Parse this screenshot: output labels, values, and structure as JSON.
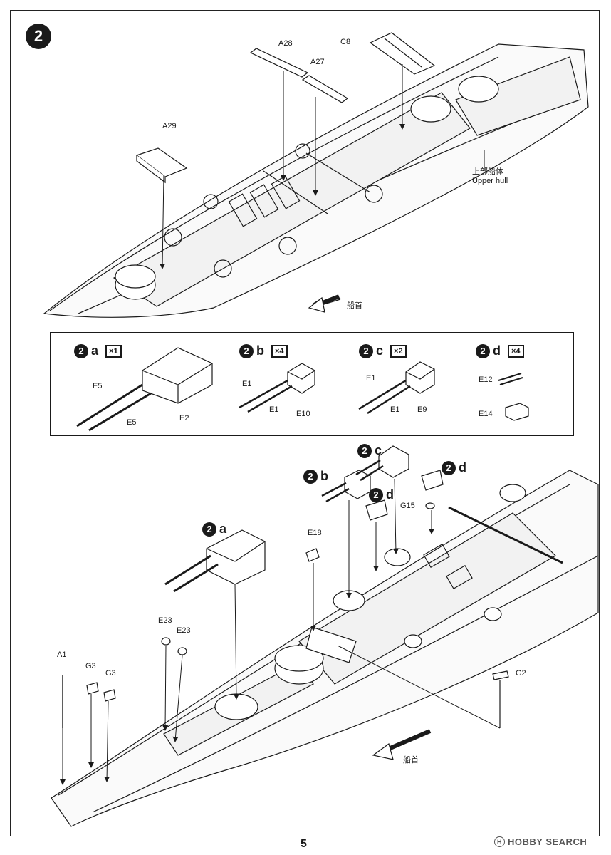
{
  "step": {
    "number": "2"
  },
  "top_parts": {
    "a29": "A29",
    "a28": "A28",
    "a27": "A27",
    "c8": "C8",
    "upper_hull_jp": "上部船体",
    "upper_hull_en": "Upper hull",
    "bow_jp": "船首"
  },
  "substeps": [
    {
      "num": "2",
      "letter": "a",
      "qty": "×1",
      "parts": [
        "E5",
        "E5",
        "E2"
      ]
    },
    {
      "num": "2",
      "letter": "b",
      "qty": "×4",
      "parts": [
        "E1",
        "E1",
        "E10"
      ]
    },
    {
      "num": "2",
      "letter": "c",
      "qty": "×2",
      "parts": [
        "E1",
        "E1",
        "E9"
      ]
    },
    {
      "num": "2",
      "letter": "d",
      "qty": "×4",
      "parts": [
        "E12",
        "E14"
      ]
    }
  ],
  "bottom_parts": {
    "sub_2a": "a",
    "sub_2b": "b",
    "sub_2c": "c",
    "sub_2d_1": "d",
    "sub_2d_2": "d",
    "sub_num": "2",
    "e18": "E18",
    "g15": "G15",
    "e23_1": "E23",
    "e23_2": "E23",
    "a1": "A1",
    "g3_1": "G3",
    "g3_2": "G3",
    "g2": "G2",
    "bow_jp": "船首"
  },
  "footer": {
    "page": "5",
    "watermark": "HOBBY SEARCH",
    "watermark_icon": "H"
  },
  "colors": {
    "ink": "#1a1a1a",
    "paper": "#ffffff",
    "shade": "#bdbdbd"
  }
}
